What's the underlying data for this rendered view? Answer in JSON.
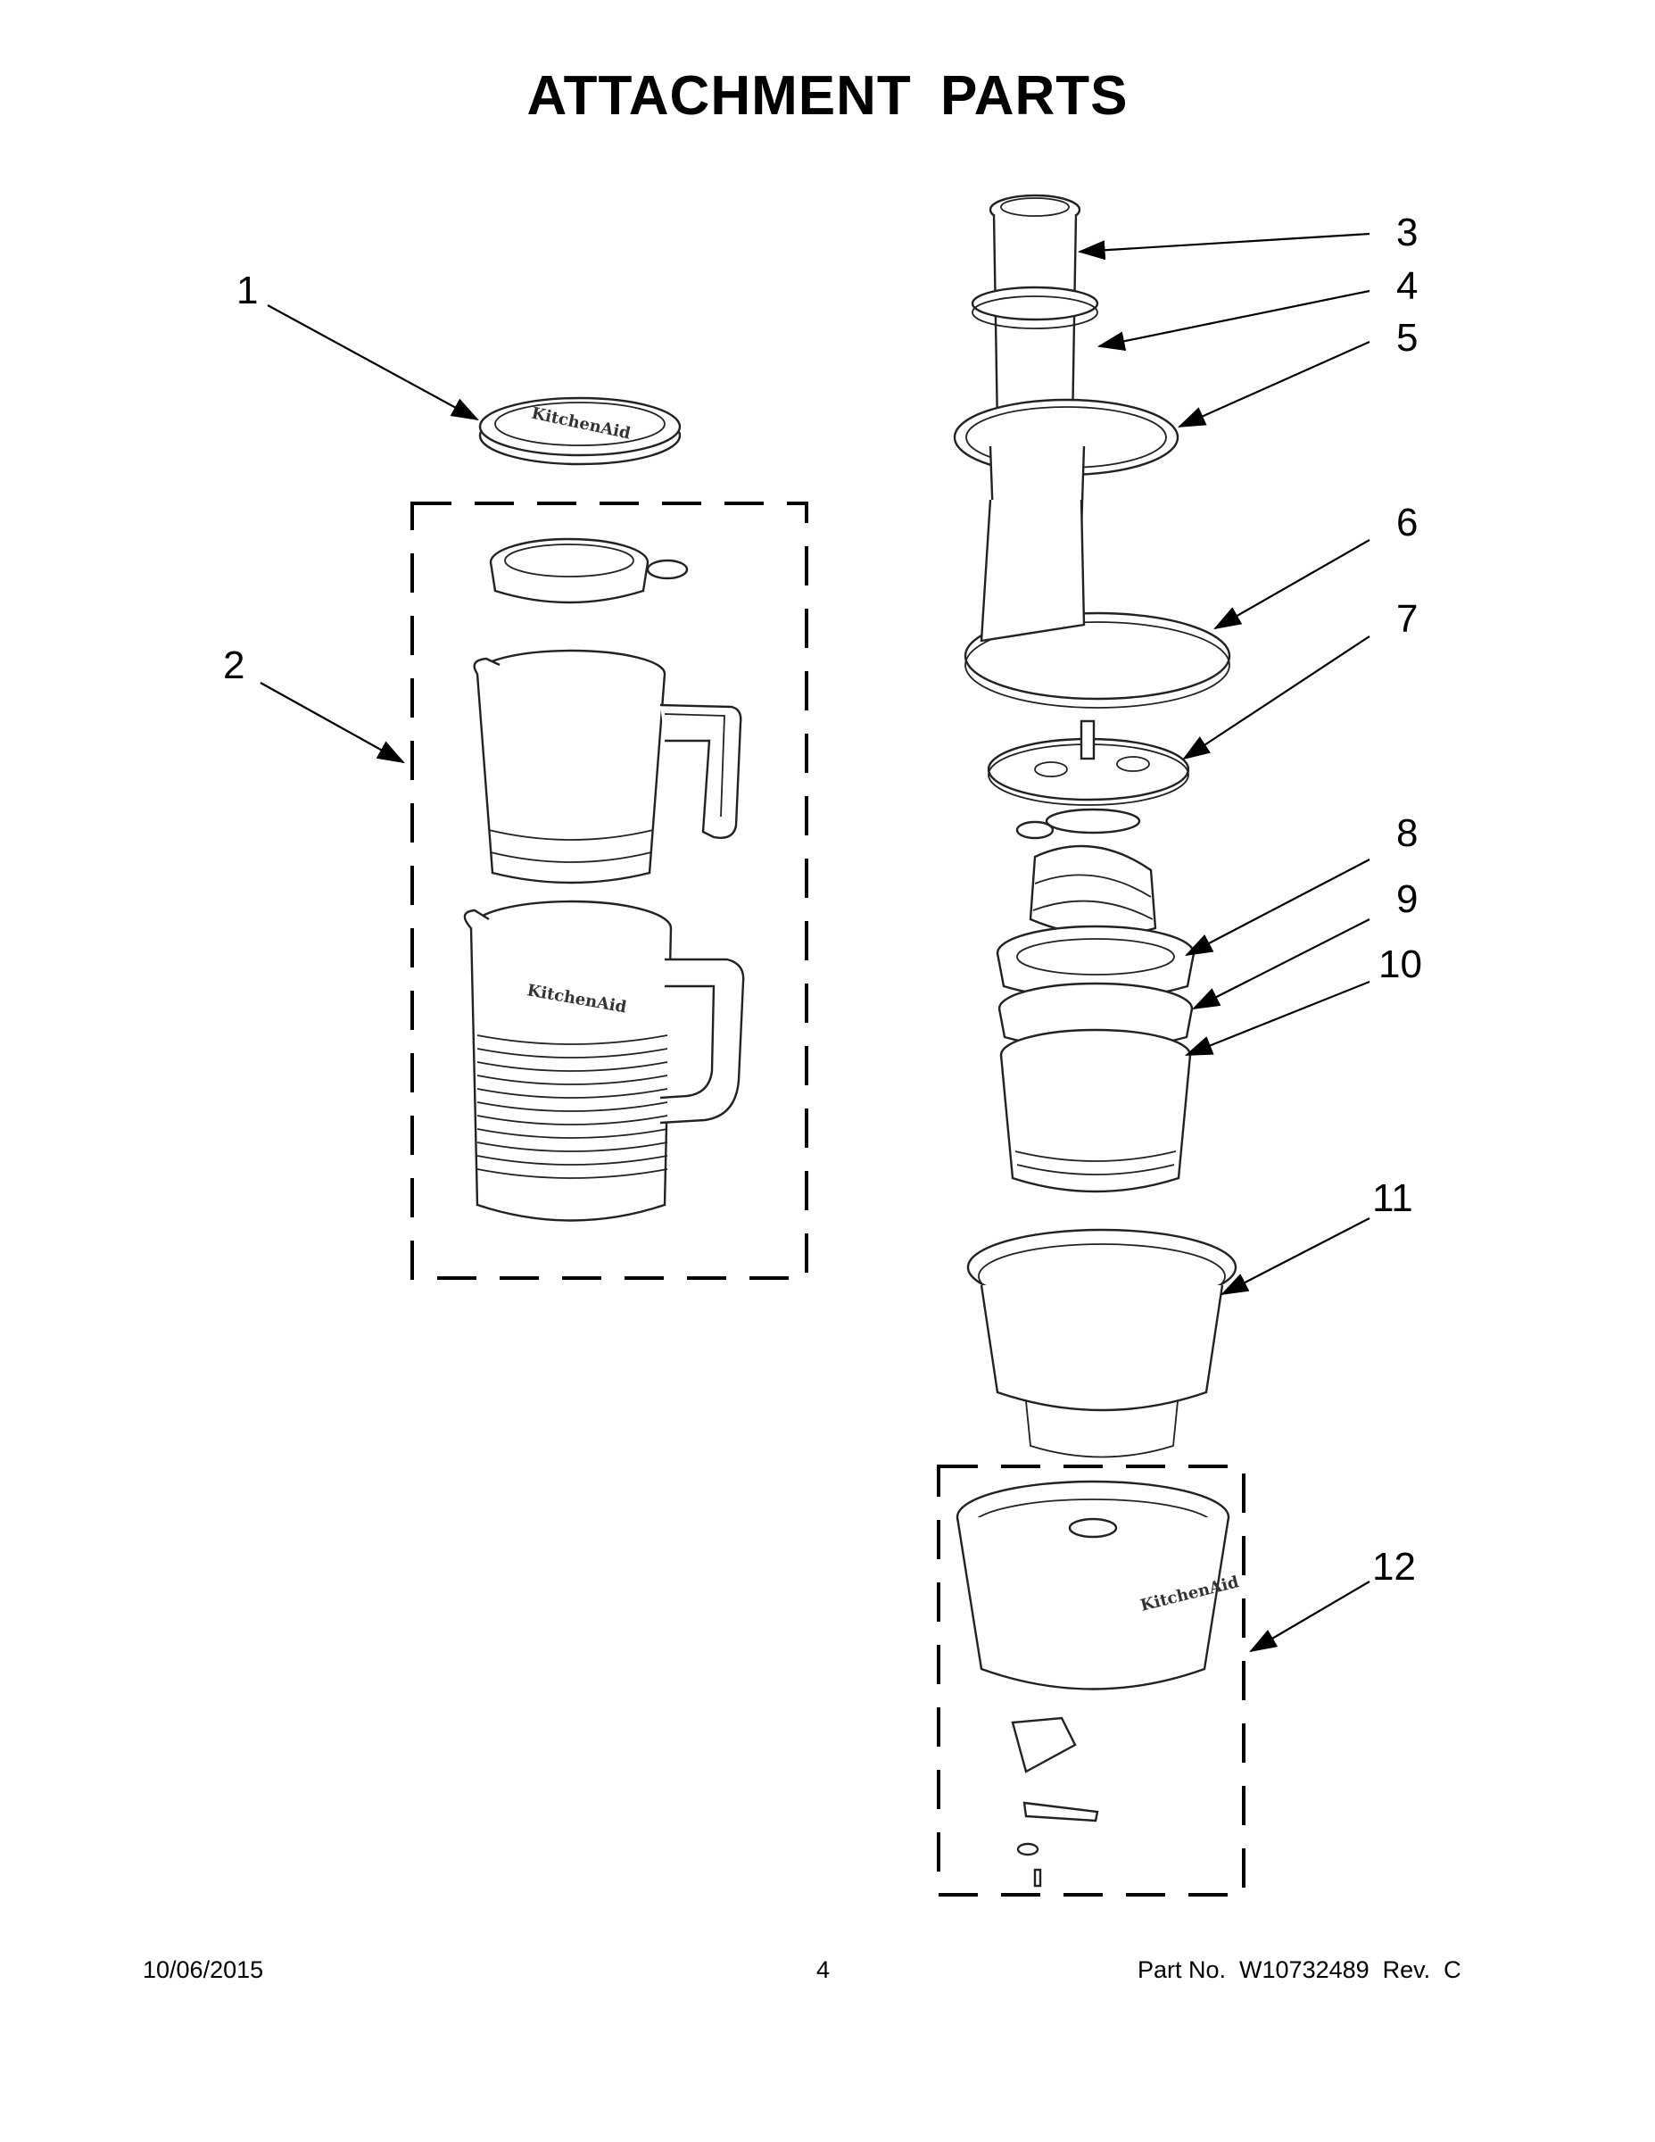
{
  "header": {
    "title": "ATTACHMENT PARTS"
  },
  "callouts": [
    "1",
    "2",
    "3",
    "4",
    "5",
    "6",
    "7",
    "8",
    "9",
    "10",
    "11",
    "12"
  ],
  "brand_marks": {
    "lid": "KitchenAid",
    "pitcher": "KitchenAid",
    "bowl": "KitchenAid"
  },
  "footer": {
    "date": "10/06/2015",
    "page": "4",
    "part_no": "Part No.  W10732489  Rev.  C"
  }
}
